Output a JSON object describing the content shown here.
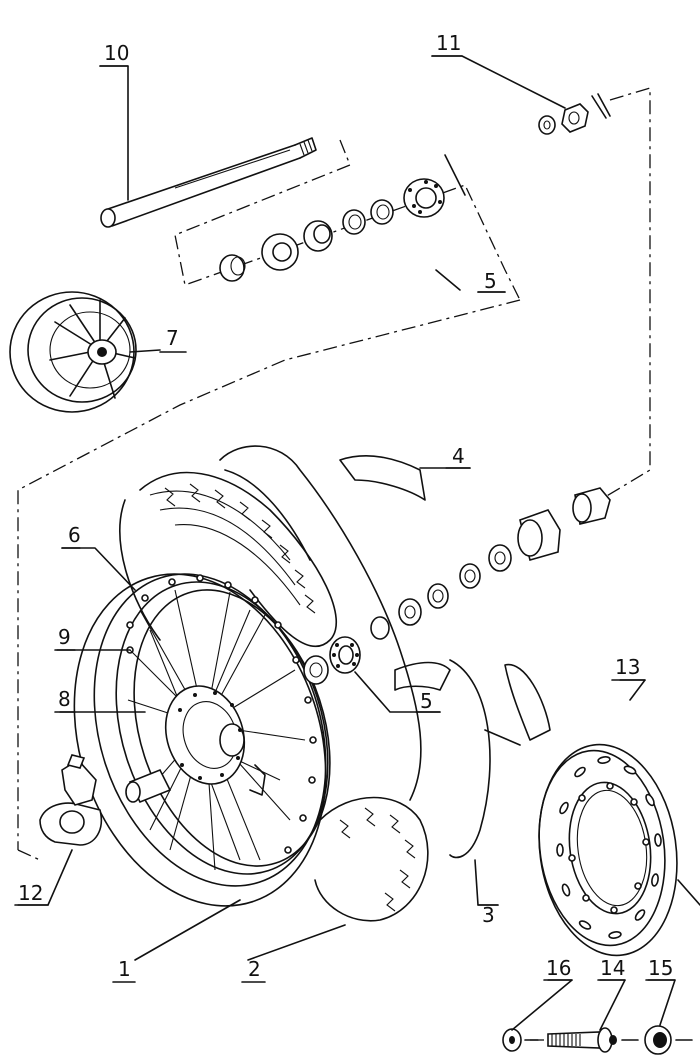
{
  "labels": {
    "1": "1",
    "2": "2",
    "3": "3",
    "4": "4",
    "5a": "5",
    "5b": "5",
    "6": "6",
    "7": "7",
    "8": "8",
    "9": "9",
    "10": "10",
    "11": "11",
    "12": "12",
    "13": "13",
    "14": "14",
    "15": "15",
    "16": "16"
  }
}
